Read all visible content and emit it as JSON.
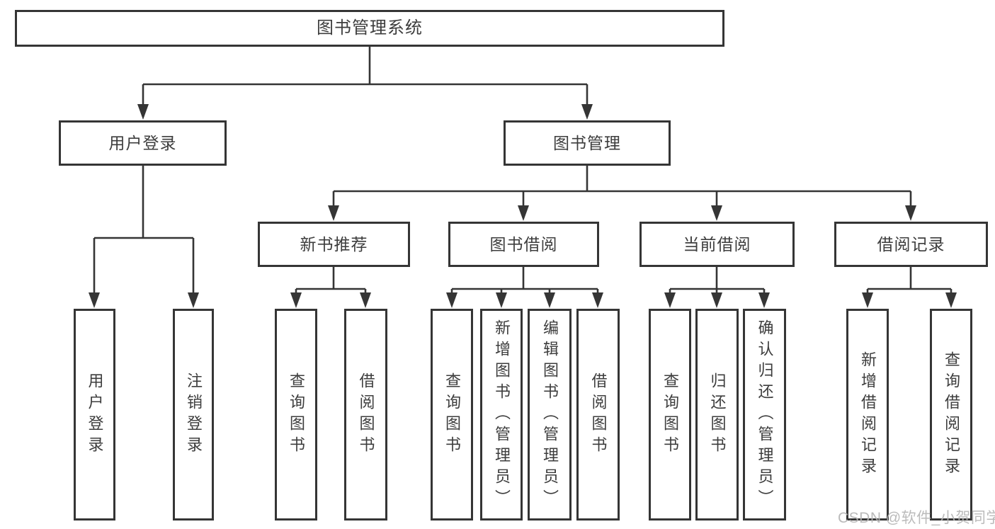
{
  "diagram_type": "hierarchy-tree",
  "tree": {
    "label": "图书管理系统",
    "children": [
      {
        "label": "用户登录",
        "children": [
          {
            "label": "用户登录"
          },
          {
            "label": "注销登录"
          }
        ]
      },
      {
        "label": "图书管理",
        "children": [
          {
            "label": "新书推荐",
            "children": [
              {
                "label": "查询图书"
              },
              {
                "label": "借阅图书"
              }
            ]
          },
          {
            "label": "图书借阅",
            "children": [
              {
                "label": "查询图书"
              },
              {
                "label": "新增图书（管理员）"
              },
              {
                "label": "编辑图书（管理员）"
              },
              {
                "label": "借阅图书"
              }
            ]
          },
          {
            "label": "当前借阅",
            "children": [
              {
                "label": "查询图书"
              },
              {
                "label": "归还图书"
              },
              {
                "label": "确认归还（管理员）"
              }
            ]
          },
          {
            "label": "借阅记录",
            "children": [
              {
                "label": "新增借阅记录"
              },
              {
                "label": "查询借阅记录"
              }
            ]
          }
        ]
      }
    ]
  },
  "watermark": {
    "text": "CSDN @软件_小贺同学"
  },
  "colors": {
    "line": "#353535",
    "box_border": "#353535",
    "text": "#3d3d3d",
    "watermark": "#b5b5b5",
    "background": "#ffffff"
  }
}
